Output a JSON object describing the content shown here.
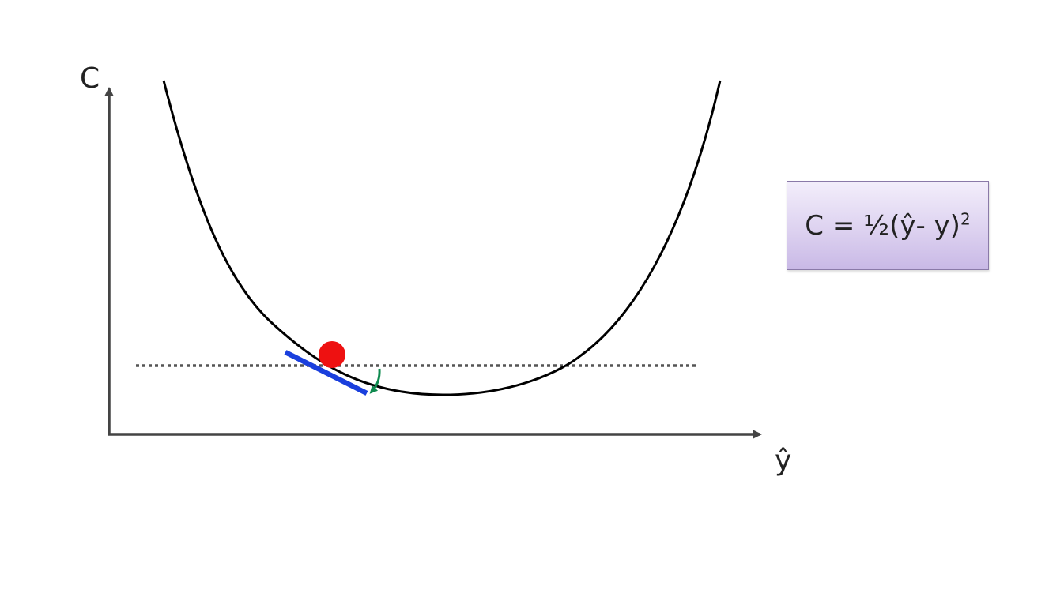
{
  "axes": {
    "y_label": "C",
    "x_label": "ŷ"
  },
  "formula": {
    "main": "C = ½(ŷ- y)",
    "exponent": "2"
  },
  "colors": {
    "curve": "#000000",
    "axis": "#444444",
    "ball": "#ee1111",
    "tangent": "#1a3fdd",
    "angle_arrow": "#0f8a4f",
    "dotted_line": "#555555",
    "formula_box_fill": "#ddd2f0",
    "formula_box_border": "#8a7aa8"
  }
}
